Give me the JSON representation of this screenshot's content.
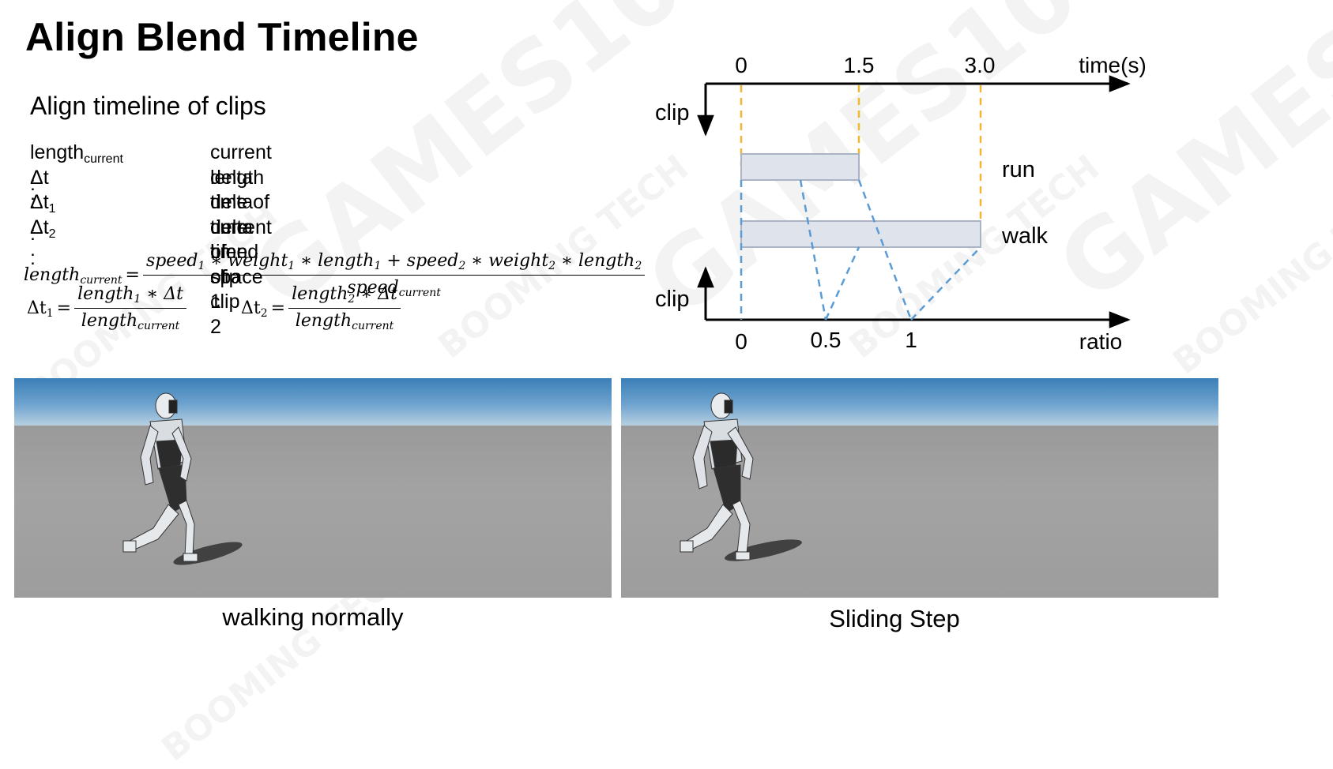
{
  "header": {
    "title": "Align Blend Timeline"
  },
  "left": {
    "subtitle": "Align timeline of clips",
    "definitions": [
      {
        "term": "length",
        "term_sub": "current",
        "term_suffix": " :",
        "desc": "current length"
      },
      {
        "term": "Δt :",
        "term_sub": "",
        "term_suffix": "",
        "desc": "delta time of current blend space"
      },
      {
        "term": "Δt",
        "term_sub": "1",
        "term_suffix": " :",
        "desc": "delta time of clip 1"
      },
      {
        "term": "Δt",
        "term_sub": "2",
        "term_suffix": " :",
        "desc": "delta time of clip 2"
      }
    ],
    "formula_length": {
      "lhs": "length",
      "lhs_sub": "current",
      "num_parts": [
        "speed",
        "1",
        " ∗ weight",
        "1",
        " ∗ length",
        "1",
        " + speed",
        "2",
        " ∗ weight",
        "2",
        " ∗ length",
        "2"
      ],
      "den": "speed",
      "den_sub": "current"
    },
    "formula_dt1": {
      "lhs": "Δt",
      "lhs_sub": "1",
      "num": "length",
      "num_sub": "1",
      "num_rest": " ∗ Δt",
      "den": "length",
      "den_sub": "current"
    },
    "formula_dt2": {
      "lhs": "Δt",
      "lhs_sub": "2",
      "num": "length",
      "num_sub": "2",
      "num_rest": " ∗ Δt",
      "den": "length",
      "den_sub": "current"
    }
  },
  "diagram": {
    "top_ticks": [
      "0",
      "1.5",
      "3.0"
    ],
    "top_axis_label": "time(s)",
    "top_clip_label": "clip",
    "bottom_clip_label": "clip",
    "bottom_ticks": [
      "0",
      "0.5",
      "1"
    ],
    "bottom_axis_label": "ratio",
    "run_label": "run",
    "walk_label": "walk",
    "colors": {
      "time_guides": "#f2b632",
      "ratio_guides": "#5b9bd5",
      "bar_fill": "#dfe4ec",
      "bar_stroke": "#aab4c4"
    }
  },
  "screens": {
    "left_caption": "walking normally",
    "right_caption": "Sliding Step"
  },
  "watermark": {
    "text": "GAMES104",
    "brand": "BOOMING TECH"
  }
}
